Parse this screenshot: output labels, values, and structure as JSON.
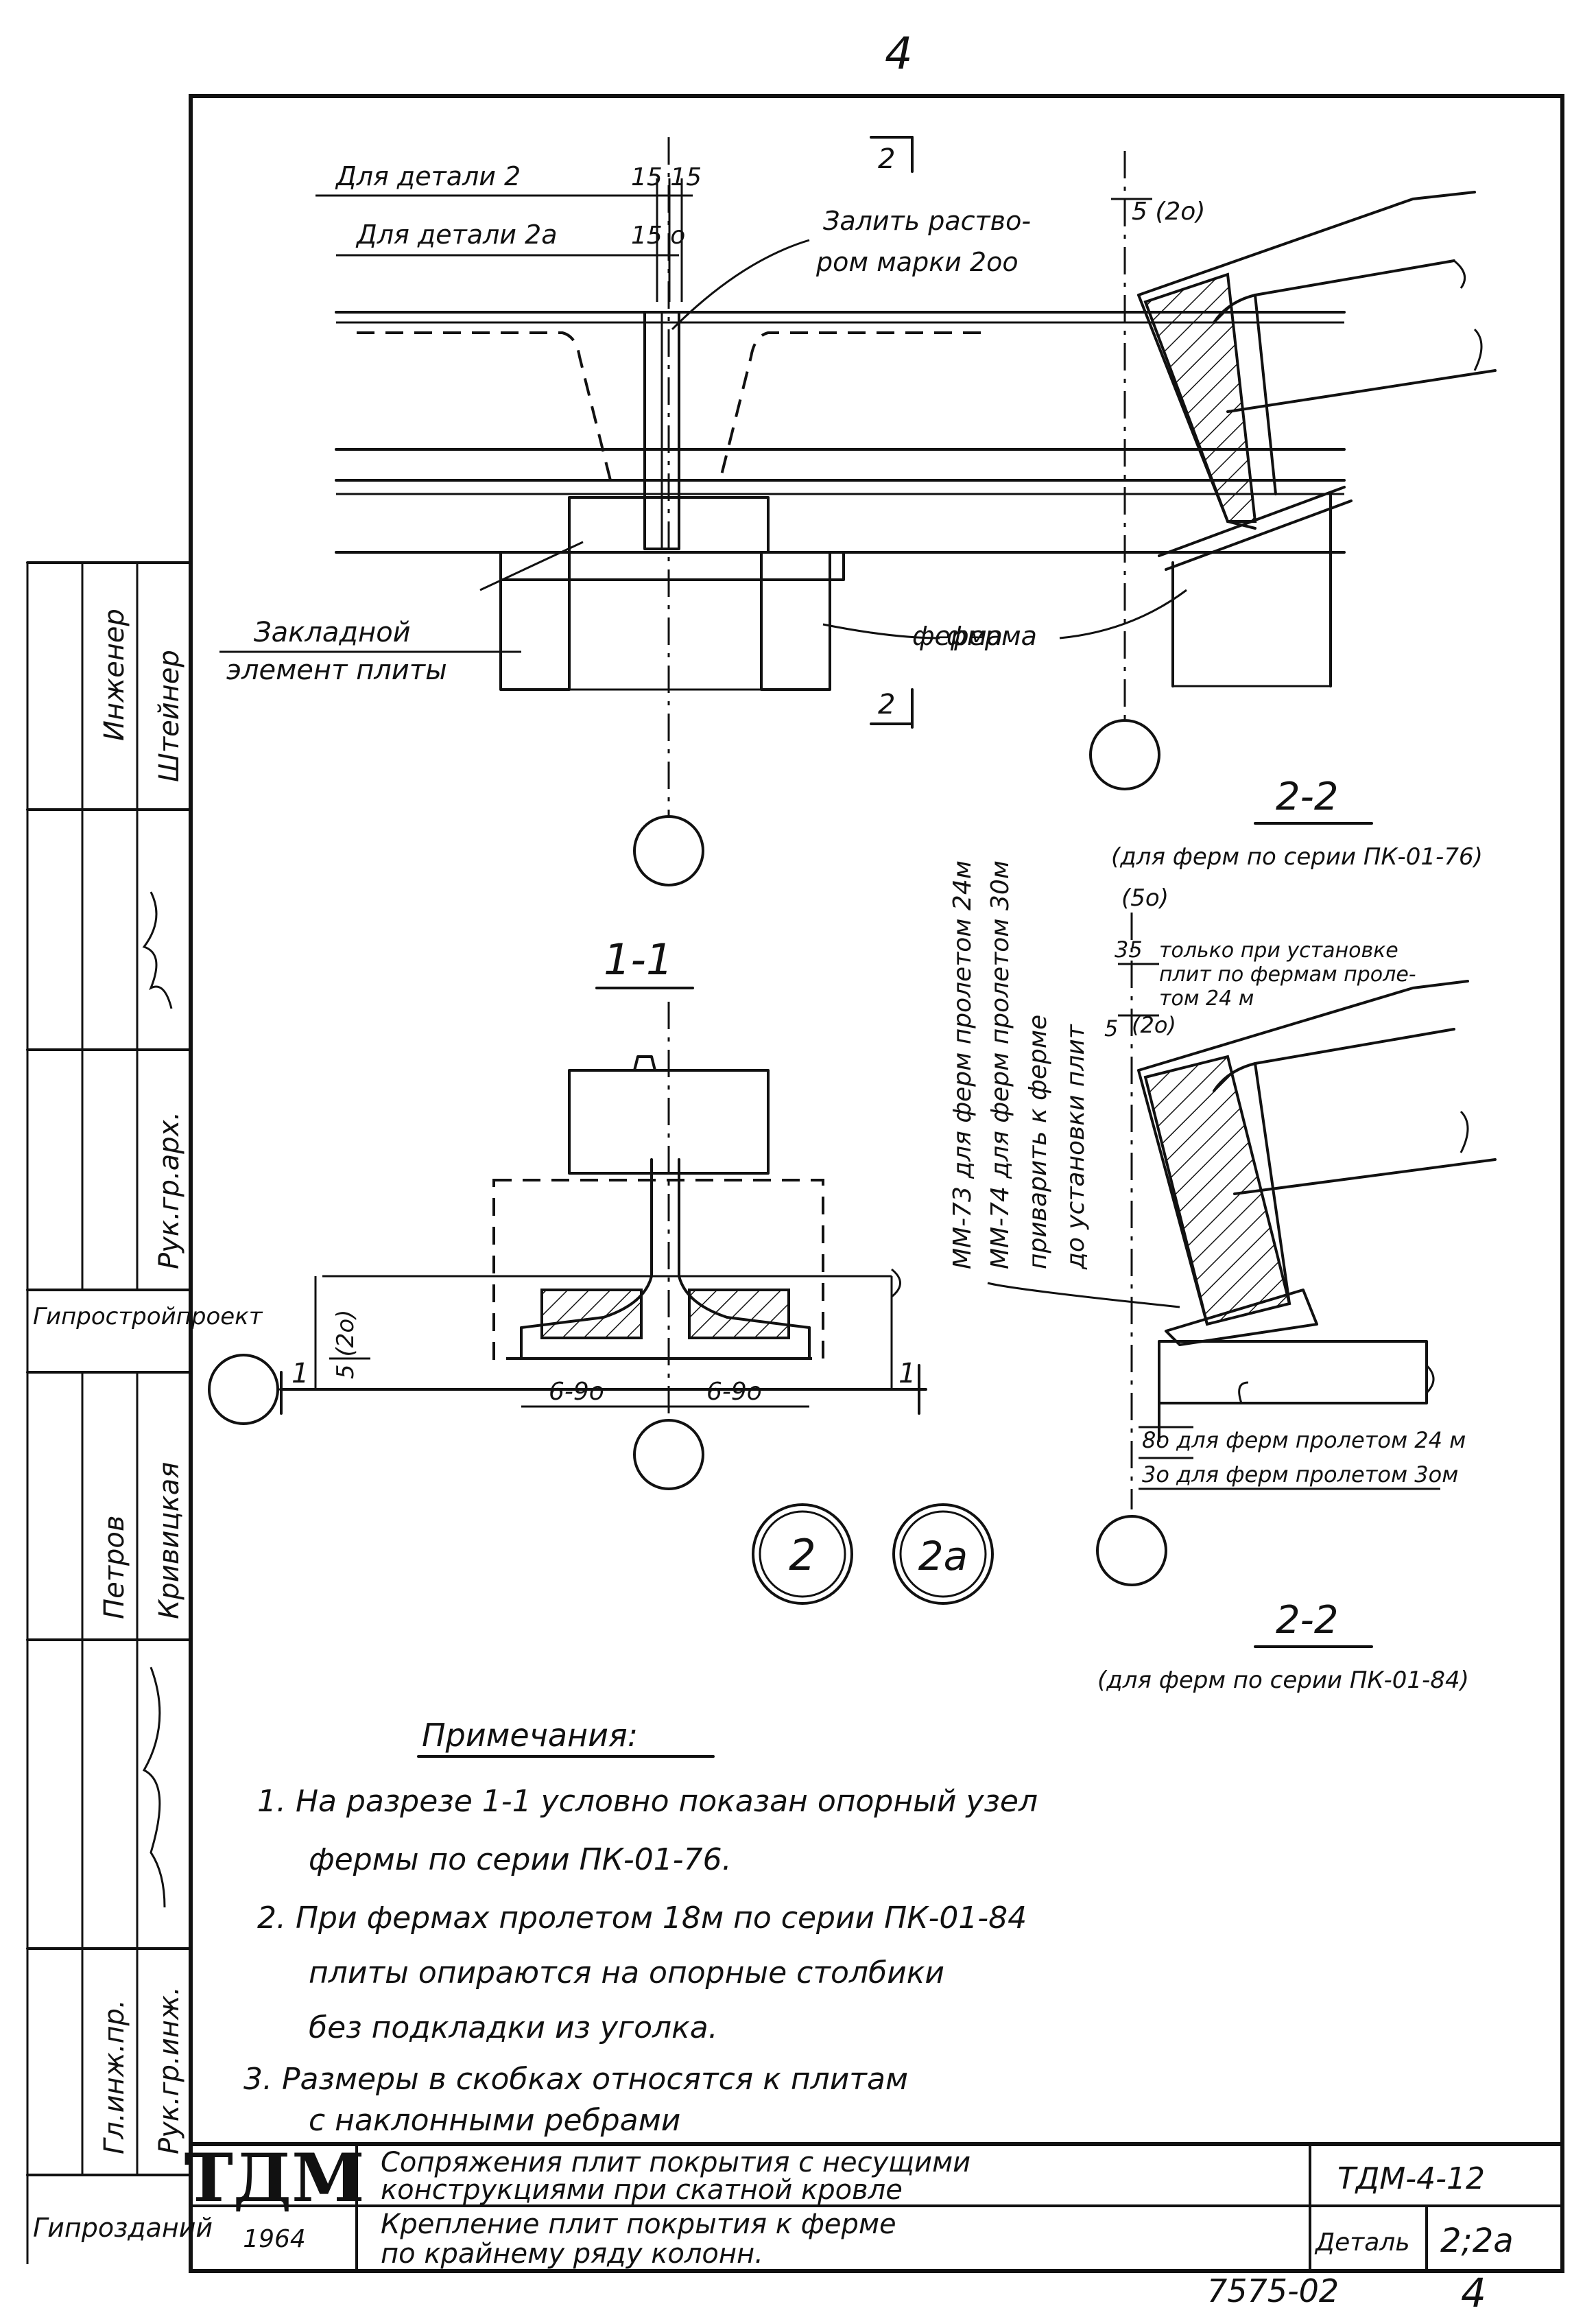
{
  "sheet": {
    "page_number_top": "4",
    "page_number_bottom": "4",
    "archive_number": "7575-02"
  },
  "top_view": {
    "dim_detail2": "Для детали 2",
    "dim_detail2_value": "15 15",
    "dim_detail2a": "Для детали 2а",
    "dim_detail2a_value": "15 о",
    "fill_note_line1": "Залить раство-",
    "fill_note_line2": "ром марки 2оо",
    "embedded_line1": "Закладной",
    "embedded_line2": "элемент плиты",
    "truss_label": "ферма",
    "section_mark_top": "2",
    "section_mark_bottom": "2"
  },
  "section_1_1": {
    "title": "1-1",
    "dim_left": "5 (2о)",
    "dim_gap1": "6-9о",
    "dim_gap2": "6-9о",
    "cut_left": "1",
    "cut_right": "1"
  },
  "vertical_note": {
    "line1": "ММ-73 для ферм пролетом 24м",
    "line2": "ММ-74 для ферм пролетом 30м",
    "line3": "приварить к ферме",
    "line4": "до установки плит"
  },
  "section_2_2_upper": {
    "dim_top": "5 (2о)",
    "title": "2-2",
    "subtitle": "(для ферм по серии ПК-01-76)"
  },
  "section_2_2_lower": {
    "dim_top": "(5о)",
    "dim_35": "35",
    "dim_5": "5",
    "dim_20": "(2о)",
    "note_line1": "только при установке",
    "note_line2": "плит по фермам проле-",
    "note_line3": "том 24 м",
    "dim_80": "8о для ферм пролетом 24 м",
    "dim_30": "3о для ферм пролетом 3ом",
    "title": "2-2",
    "subtitle": "(для ферм по серии ПК-01-84)"
  },
  "detail_marks": [
    "2",
    "2а"
  ],
  "notes": {
    "heading": "Примечания:",
    "items": [
      "1. На разрезе 1-1 условно показан опорный узел",
      "фермы по серии ПК-01-76.",
      "2. При фермах пролетом 18м по серии ПК-01-84",
      "плиты опираются на опорные столбики",
      "без подкладки из уголка.",
      "3. Размеры в скобках относятся к плитам",
      "с наклонными ребрами"
    ]
  },
  "side_stamp": {
    "cells": [
      "Инженер",
      "Штейнер",
      "Рук.гр.арх.",
      "Гипростройпроект",
      "Кривицкая",
      "Петров",
      "Гл.инж.пр.",
      "Рук.гр.инж.",
      "Гипрозданий"
    ]
  },
  "title_block": {
    "logo": "ТДМ",
    "year": "1964",
    "title_line1": "Сопряжения плит покрытия с несущими",
    "title_line2": "конструкциями при скатной кровле",
    "subtitle_line1": "Крепление плит покрытия к ферме",
    "subtitle_line2": "по крайнему ряду колонн.",
    "doc_code": "ТДМ-4-12",
    "detail_label": "Деталь",
    "detail_value": "2;2а"
  }
}
